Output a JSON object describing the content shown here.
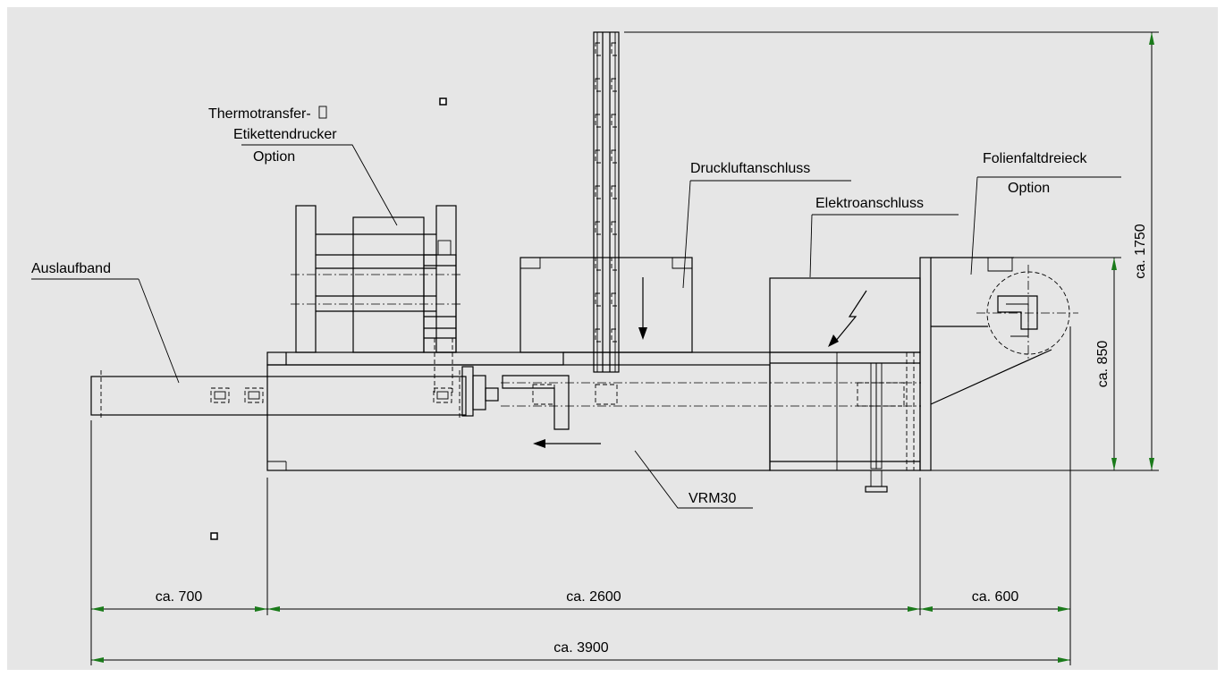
{
  "labels": {
    "printer_line1": "Thermotransfer-",
    "printer_line2": "Etikettendrucker",
    "printer_line3": "Option",
    "compressed_air": "Druckluftanschluss",
    "fold_triangle_line1": "Folienfaltdreieck",
    "fold_triangle_line2": "Option",
    "electric": "Elektroanschluss",
    "outfeed": "Auslaufband",
    "machine": "VRM30"
  },
  "dimensions": {
    "outfeed_length": "ca. 700",
    "machine_length": "ca. 2600",
    "fold_length": "ca. 600",
    "total_length": "ca. 3900",
    "total_height": "ca. 1750",
    "table_height": "ca. 850"
  },
  "colors": {
    "background": "#e6e6e6",
    "arrowhead": "#1a7a1a",
    "lines": "#000000"
  }
}
